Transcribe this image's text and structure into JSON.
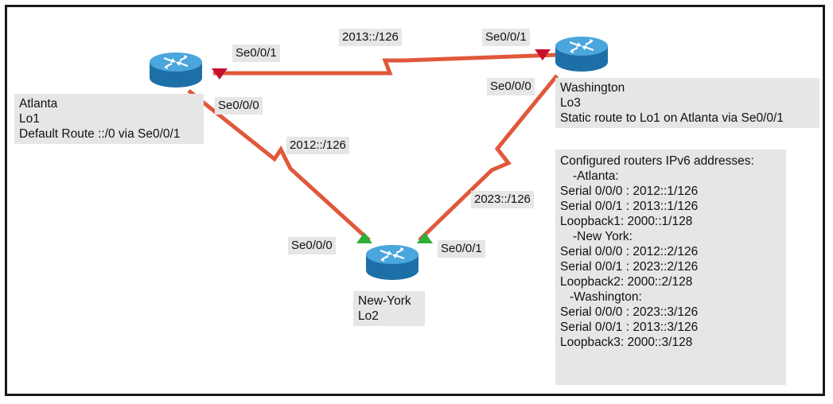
{
  "colors": {
    "link": "#e0583a",
    "router_top": "#4aa6dc",
    "router_side": "#1d6fa8",
    "port_down": "#c8102e",
    "port_up": "#2fae3a",
    "label_bg": "#e6e6e6"
  },
  "links": [
    {
      "id": "atlanta-washington",
      "network": "2013::/126"
    },
    {
      "id": "atlanta-newyork",
      "network": "2012::/126"
    },
    {
      "id": "washington-newyork",
      "network": "2023::/126"
    }
  ],
  "ports": {
    "atlanta_se001": "Se0/0/1",
    "atlanta_se000": "Se0/0/0",
    "washington_se001": "Se0/0/1",
    "washington_se000": "Se0/0/0",
    "newyork_se000": "Se0/0/0",
    "newyork_se001": "Se0/0/1"
  },
  "routers": {
    "atlanta": {
      "lines": [
        "Atlanta",
        "Lo1",
        "Default Route ::/0 via Se0/0/1"
      ],
      "icon": "router-icon"
    },
    "washington": {
      "lines": [
        "Washington",
        "Lo3",
        "Static route to Lo1 on Atlanta via Se0/0/1"
      ],
      "icon": "router-icon"
    },
    "newyork": {
      "lines": [
        "New-York",
        "Lo2"
      ],
      "icon": "router-icon"
    }
  },
  "config": {
    "lines": [
      "Configured routers IPv6 addresses:",
      "  -Atlanta:",
      "Serial 0/0/0 : 2012::1/126",
      "Serial 0/0/1 : 2013::1/126",
      "Loopback1: 2000::1/128",
      "  -New York:",
      "Serial 0/0/0 : 2012::2/126",
      "Serial 0/0/1 : 2023::2/126",
      "Loopback2: 2000::2/128",
      "  -Washington:",
      "Serial 0/0/0 : 2023::3/126",
      "Serial 0/0/1 : 2013::3/126",
      "Loopback3: 2000::3/128"
    ]
  }
}
